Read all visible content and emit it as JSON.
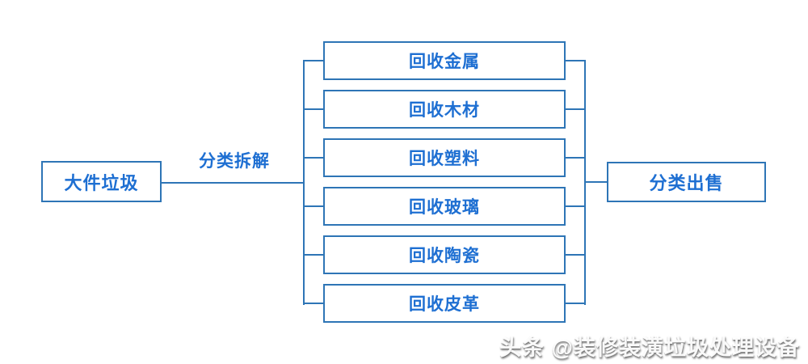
{
  "diagram": {
    "source_label": "大件垃圾",
    "process_label": "分类拆解",
    "outputs": [
      "回收金属",
      "回收木材",
      "回收塑料",
      "回收玻璃",
      "回收陶瓷",
      "回收皮革"
    ],
    "result_label": "分类出售",
    "colors": {
      "line": "#2e75b6",
      "text": "#1e6fd2",
      "background": "#ffffff"
    }
  },
  "watermark": {
    "text": "头条 @装修装潢垃圾处理设备"
  }
}
